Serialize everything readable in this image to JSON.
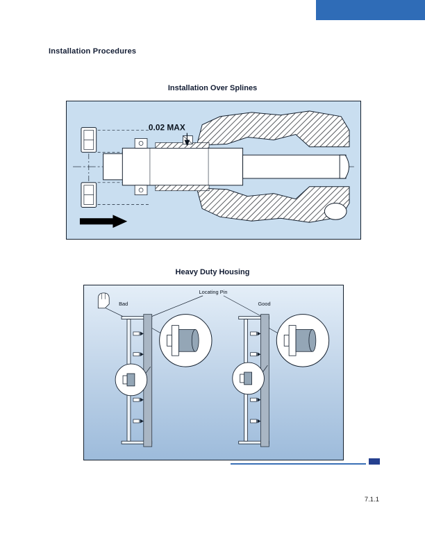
{
  "page": {
    "heading": "Installation Procedures",
    "page_number": "7.1.1"
  },
  "figure1": {
    "title": "Installation Over Splines",
    "annotation": "0.02 MAX"
  },
  "figure2": {
    "title": "Heavy Duty Housing",
    "locating_pin_label": "Locating Pin",
    "bad_label": "Bad",
    "good_label": "Good"
  },
  "colors": {
    "accent_bar": "#2f6cb7",
    "footer_square": "#25408f",
    "figure1_background": "#c9def0",
    "figure2_background_top": "#e4eef8",
    "figure2_background_bottom": "#9dbbdb",
    "housing_gray": "#a9b6c4",
    "bearing_gray": "#94a6b6"
  }
}
